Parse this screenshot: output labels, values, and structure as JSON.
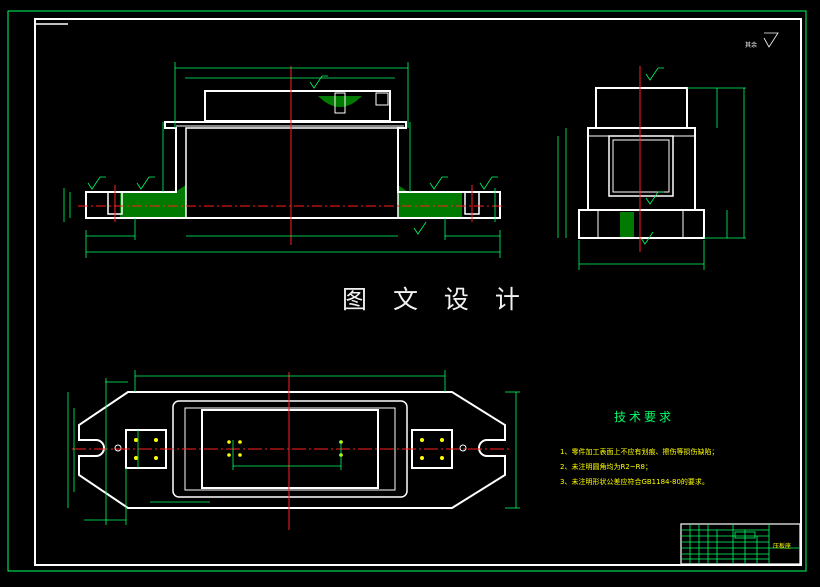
{
  "title_text": "图 文 设 计",
  "technical_requirements": {
    "heading": "技术要求",
    "items": [
      "1、零件加工表面上不应有划痕、擦伤等损伤缺陷；",
      "2、未注明圆角均为R2~R8；",
      "3、未注明形状公差应符合GB1184-80的要求。"
    ]
  },
  "surface_roughness_note": "其余",
  "title_block": {
    "name_cell": "压板座"
  },
  "colors": {
    "background": "#000000",
    "outline": "#ffffff",
    "centerline": "#ff2020",
    "dimension": "#00ff66",
    "hatch": "#00a000",
    "note_text": "#ffff00"
  }
}
